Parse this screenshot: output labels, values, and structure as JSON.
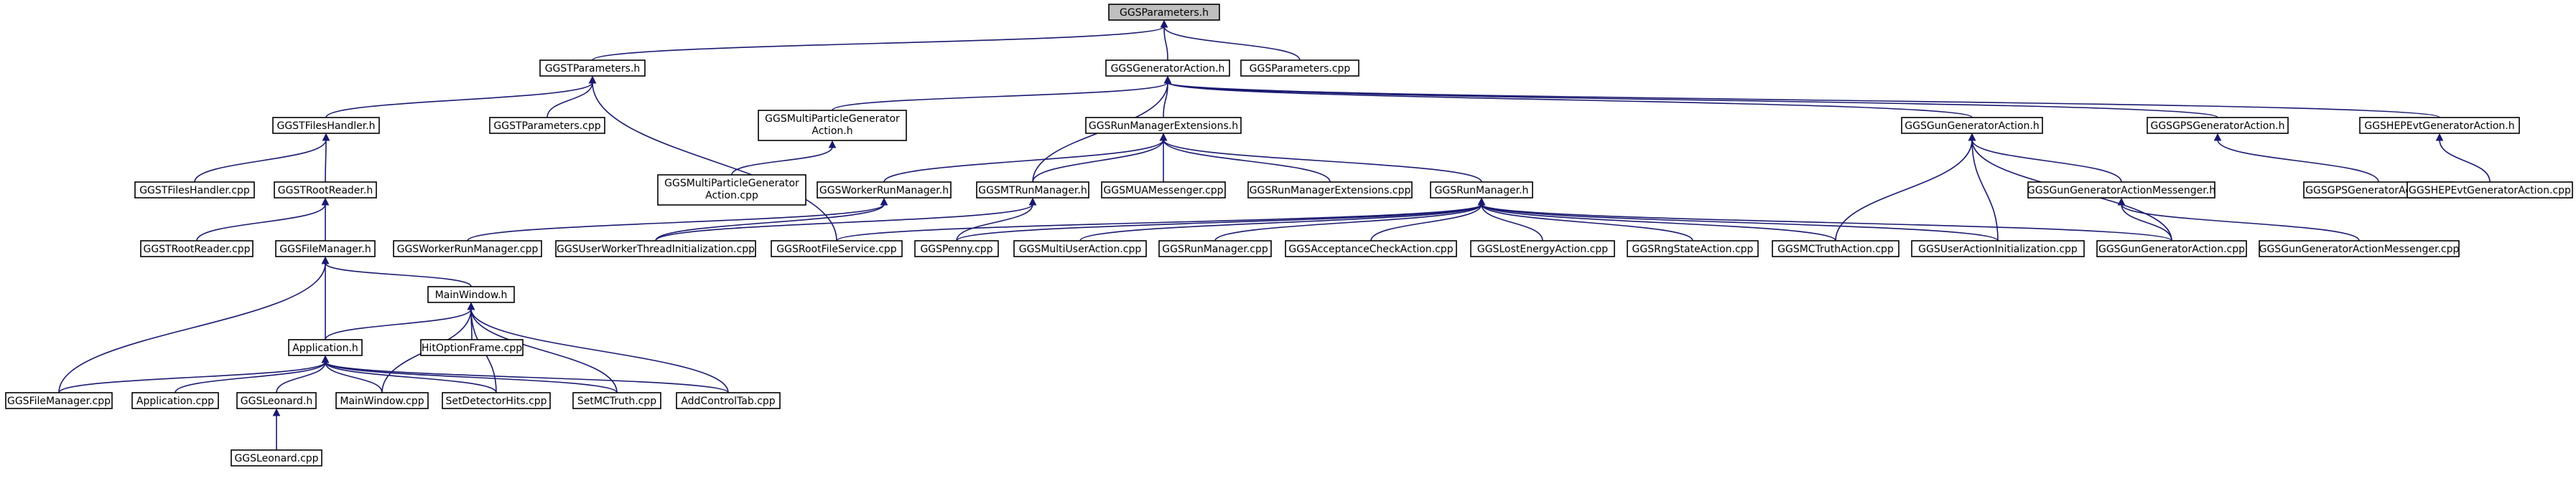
{
  "diagram": {
    "type": "include-dependency-graph",
    "colors": {
      "edge": "#191970",
      "root_fill": "#bfbfbf",
      "node_fill": "#ffffff",
      "node_border": "#000000"
    },
    "nodes": [
      {
        "id": "n_root",
        "label": "GGSParameters.h",
        "root": true
      },
      {
        "id": "n_gtp_h",
        "label": "GGSTParameters.h"
      },
      {
        "id": "n_gga_h",
        "label": "GGSGeneratorAction.h"
      },
      {
        "id": "n_gp_cpp",
        "label": "GGSParameters.cpp"
      },
      {
        "id": "n_gtfh_h",
        "label": "GGSTFilesHandler.h"
      },
      {
        "id": "n_gtp_cpp",
        "label": "GGSTParameters.cpp"
      },
      {
        "id": "n_gmpg_h",
        "label": "GGSMultiParticleGenerator\nAction.h"
      },
      {
        "id": "n_grme_h",
        "label": "GGSRunManagerExtensions.h"
      },
      {
        "id": "n_ggga_h",
        "label": "GGSGunGeneratorAction.h"
      },
      {
        "id": "n_ggps_h",
        "label": "GGSGPSGeneratorAction.h"
      },
      {
        "id": "n_ghep_h",
        "label": "GGSHEPEvtGeneratorAction.h"
      },
      {
        "id": "n_gtfh_cpp",
        "label": "GGSTFilesHandler.cpp"
      },
      {
        "id": "n_gtrr_h",
        "label": "GGSTRootReader.h"
      },
      {
        "id": "n_gmpg_cpp",
        "label": "GGSMultiParticleGenerator\nAction.cpp"
      },
      {
        "id": "n_gwrm_h",
        "label": "GGSWorkerRunManager.h"
      },
      {
        "id": "n_gmtrm_h",
        "label": "GGSMTRunManager.h"
      },
      {
        "id": "n_gmuam_cpp",
        "label": "GGSMUAMessenger.cpp"
      },
      {
        "id": "n_grme_cpp",
        "label": "GGSRunManagerExtensions.cpp"
      },
      {
        "id": "n_grm_h",
        "label": "GGSRunManager.h"
      },
      {
        "id": "n_gggam_h",
        "label": "GGSGunGeneratorActionMessenger.h"
      },
      {
        "id": "n_ggps_cpp",
        "label": "GGSGPSGeneratorAction.cpp"
      },
      {
        "id": "n_ghep_cpp",
        "label": "GGSHEPEvtGeneratorAction.cpp"
      },
      {
        "id": "n_gtrr_cpp",
        "label": "GGSTRootReader.cpp"
      },
      {
        "id": "n_gfm_h",
        "label": "GGSFileManager.h"
      },
      {
        "id": "n_gwrm_cpp",
        "label": "GGSWorkerRunManager.cpp"
      },
      {
        "id": "n_guwti_cpp",
        "label": "GGSUserWorkerThreadInitialization.cpp"
      },
      {
        "id": "n_grfs_cpp",
        "label": "GGSRootFileService.cpp"
      },
      {
        "id": "n_gpenny_cpp",
        "label": "GGSPenny.cpp"
      },
      {
        "id": "n_gmua_cpp",
        "label": "GGSMultiUserAction.cpp"
      },
      {
        "id": "n_grm_cpp",
        "label": "GGSRunManager.cpp"
      },
      {
        "id": "n_gacc_cpp",
        "label": "GGSAcceptanceCheckAction.cpp"
      },
      {
        "id": "n_glea_cpp",
        "label": "GGSLostEnergyAction.cpp"
      },
      {
        "id": "n_grsa_cpp",
        "label": "GGSRngStateAction.cpp"
      },
      {
        "id": "n_gmct_cpp",
        "label": "GGSMCTruthAction.cpp"
      },
      {
        "id": "n_guai_cpp",
        "label": "GGSUserActionInitialization.cpp"
      },
      {
        "id": "n_ggga_cpp",
        "label": "GGSGunGeneratorAction.cpp"
      },
      {
        "id": "n_gggam_cpp",
        "label": "GGSGunGeneratorActionMessenger.cpp"
      },
      {
        "id": "n_mw_h",
        "label": "MainWindow.h"
      },
      {
        "id": "n_app_h",
        "label": "Application.h"
      },
      {
        "id": "n_hof_cpp",
        "label": "HitOptionFrame.cpp"
      },
      {
        "id": "n_gfm_cpp",
        "label": "GGSFileManager.cpp"
      },
      {
        "id": "n_app_cpp",
        "label": "Application.cpp"
      },
      {
        "id": "n_gleo_h",
        "label": "GGSLeonard.h"
      },
      {
        "id": "n_mw_cpp",
        "label": "MainWindow.cpp"
      },
      {
        "id": "n_sdh_cpp",
        "label": "SetDetectorHits.cpp"
      },
      {
        "id": "n_smct_cpp",
        "label": "SetMCTruth.cpp"
      },
      {
        "id": "n_act_cpp",
        "label": "AddControlTab.cpp"
      },
      {
        "id": "n_gleo_cpp",
        "label": "GGSLeonard.cpp"
      }
    ]
  }
}
